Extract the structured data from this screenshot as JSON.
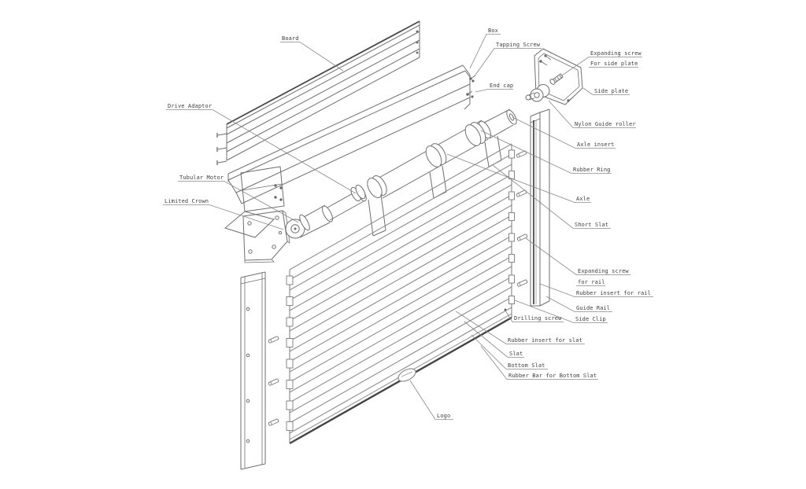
{
  "diagram": {
    "type": "exploded-technical-drawing",
    "subject": "Roller shutter door components",
    "colors": {
      "background": "#ffffff",
      "line": "#6f6f6f",
      "slat_line": "#8f8f8f",
      "dark_edge": "#4a4a4a",
      "label_text": "#3f3f3f"
    },
    "labels": {
      "board": "Board",
      "box": "Box",
      "tapping_screw": "Tapping Screw",
      "end_cap": "End cap",
      "expanding_screw_side_plate_line1": "Expanding screw",
      "expanding_screw_side_plate_line2": "For side plate",
      "side_plate": "Side plate",
      "nylon_guide_roller": "Nylon Guide roller",
      "axle_insert": "Axle insert",
      "rubber_ring": "Rubber Ring",
      "axle": "Axle",
      "short_slat": "Short Slat",
      "expanding_screw_rail_line1": "Expanding screw",
      "expanding_screw_rail_line2": "for rail",
      "rubber_insert_rail": "Rubber insert for rail",
      "guide_rail": "Guide Rail",
      "side_clip": "Side Clip",
      "drilling_screw": "Drilling screw",
      "rubber_insert_slat": "Rubber insert for slat",
      "slat": "Slat",
      "bottom_slat": "Bottom Slat",
      "rubber_bar_bottom_slat": "Rubber Bar for Bottom Slat",
      "logo": "Logo",
      "drive_adaptor": "Drive Adaptor",
      "tubular_motor": "Tubular Motor",
      "limited_crown": "Limited Crown"
    }
  }
}
